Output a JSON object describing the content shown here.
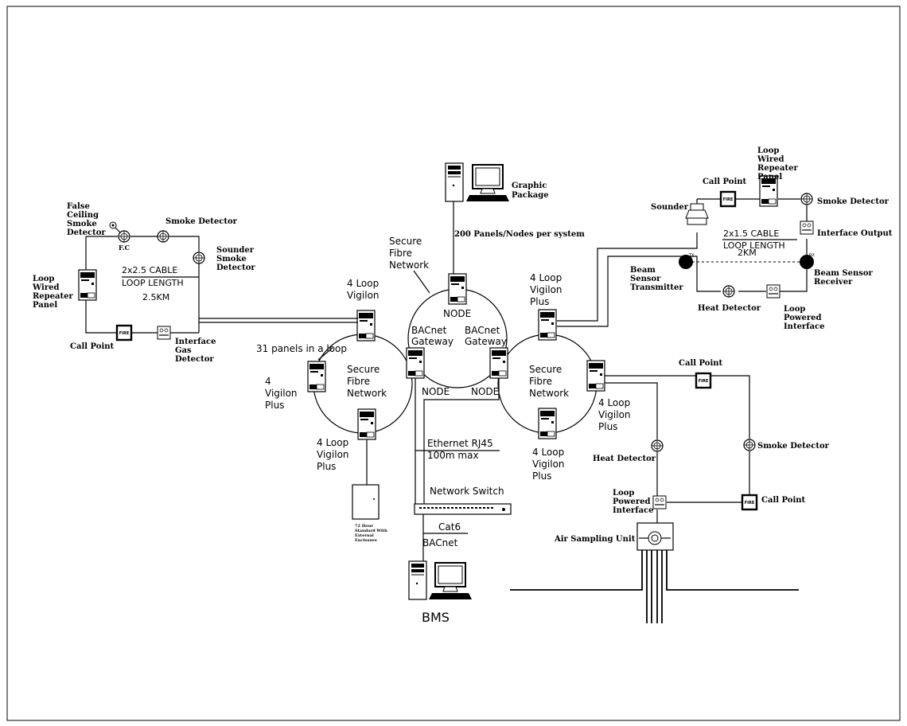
{
  "top_center": {
    "graphic_package": [
      "Graphic",
      "Package"
    ],
    "panels_per_system": "200 Panels/Nodes per system",
    "secure_fibre_network": [
      "Secure",
      "Fibre",
      "Network"
    ],
    "node": "NODE"
  },
  "center": {
    "four_loop_vigilon": [
      "4 Loop",
      "Vigilon"
    ],
    "bacnet_gateway_left": [
      "BACnet",
      "Gateway"
    ],
    "bacnet_gateway_right": [
      "BACnet",
      "Gateway"
    ],
    "node_left": "NODE",
    "node_right": "NODE",
    "thirty_one_panels": "31 panels in a loop",
    "secure_fibre_left": [
      "Secure",
      "Fibre",
      "Network"
    ],
    "secure_fibre_right": [
      "Secure",
      "Fibre",
      "Network"
    ],
    "vigilon_plus_a": [
      "4",
      "Vigilon",
      "Plus"
    ],
    "vigilon_plus_b": [
      "4 Loop",
      "Vigilon",
      "Plus"
    ],
    "vigilon_plus_c": [
      "4 Loop",
      "Vigilon",
      "Plus"
    ],
    "vigilon_plus_d": [
      "4 Loop",
      "Vigilon",
      "Plus"
    ],
    "vigilon_plus_e": [
      "4 Loop",
      "Vigilon",
      "Plus"
    ],
    "ethernet": "Ethernet RJ45",
    "ethernet_max": "100m max",
    "network_switch": "Network Switch",
    "cat6": "Cat6",
    "bacnet": "BACnet",
    "bms": "BMS",
    "enclosure": [
      "72 Hour",
      "Standard With",
      "External",
      "Enclosure"
    ]
  },
  "left_loop": {
    "false_ceiling": [
      "False",
      "Ceiling",
      "Smoke",
      "Detector"
    ],
    "fc": "F.C",
    "smoke_detector": "Smoke Detector",
    "sounder_smoke": [
      "Sounder",
      "Smoke",
      "Detector"
    ],
    "repeater": [
      "Loop",
      "Wired",
      "Repeater",
      "Panel"
    ],
    "cable": "2x2.5 CABLE",
    "loop_length": "LOOP LENGTH",
    "length_value": "2.5KM",
    "call_point": "Call Point",
    "interface_gas": [
      "Interface",
      "Gas",
      "Detector"
    ],
    "call_point_symbol": "FIRE"
  },
  "right_top_loop": {
    "repeater": [
      "Loop",
      "Wired",
      "Repeater",
      "Panel"
    ],
    "call_point": "Call Point",
    "sounder": "Sounder",
    "smoke_detector": "Smoke Detector",
    "interface_output": "Interface Output",
    "cable": "2x1.5 CABLE",
    "loop_length": "LOOP LENGTH",
    "length_value": "2KM",
    "beam_transmitter": [
      "Beam",
      "Sensor",
      "Transmitter"
    ],
    "beam_receiver": [
      "Beam Sensor",
      "Receiver"
    ],
    "heat_detector": "Heat Detector",
    "loop_powered_interface": [
      "Loop",
      "Powered",
      "Interface"
    ]
  },
  "right_bottom_loop": {
    "call_point_top": "Call Point",
    "heat_detector": "Heat Detector",
    "smoke_detector": "Smoke Detector",
    "loop_powered_interface": [
      "Loop",
      "Powered",
      "Interface"
    ],
    "call_point_bottom": "Call Point",
    "air_sampling_unit": "Air Sampling Unit"
  }
}
